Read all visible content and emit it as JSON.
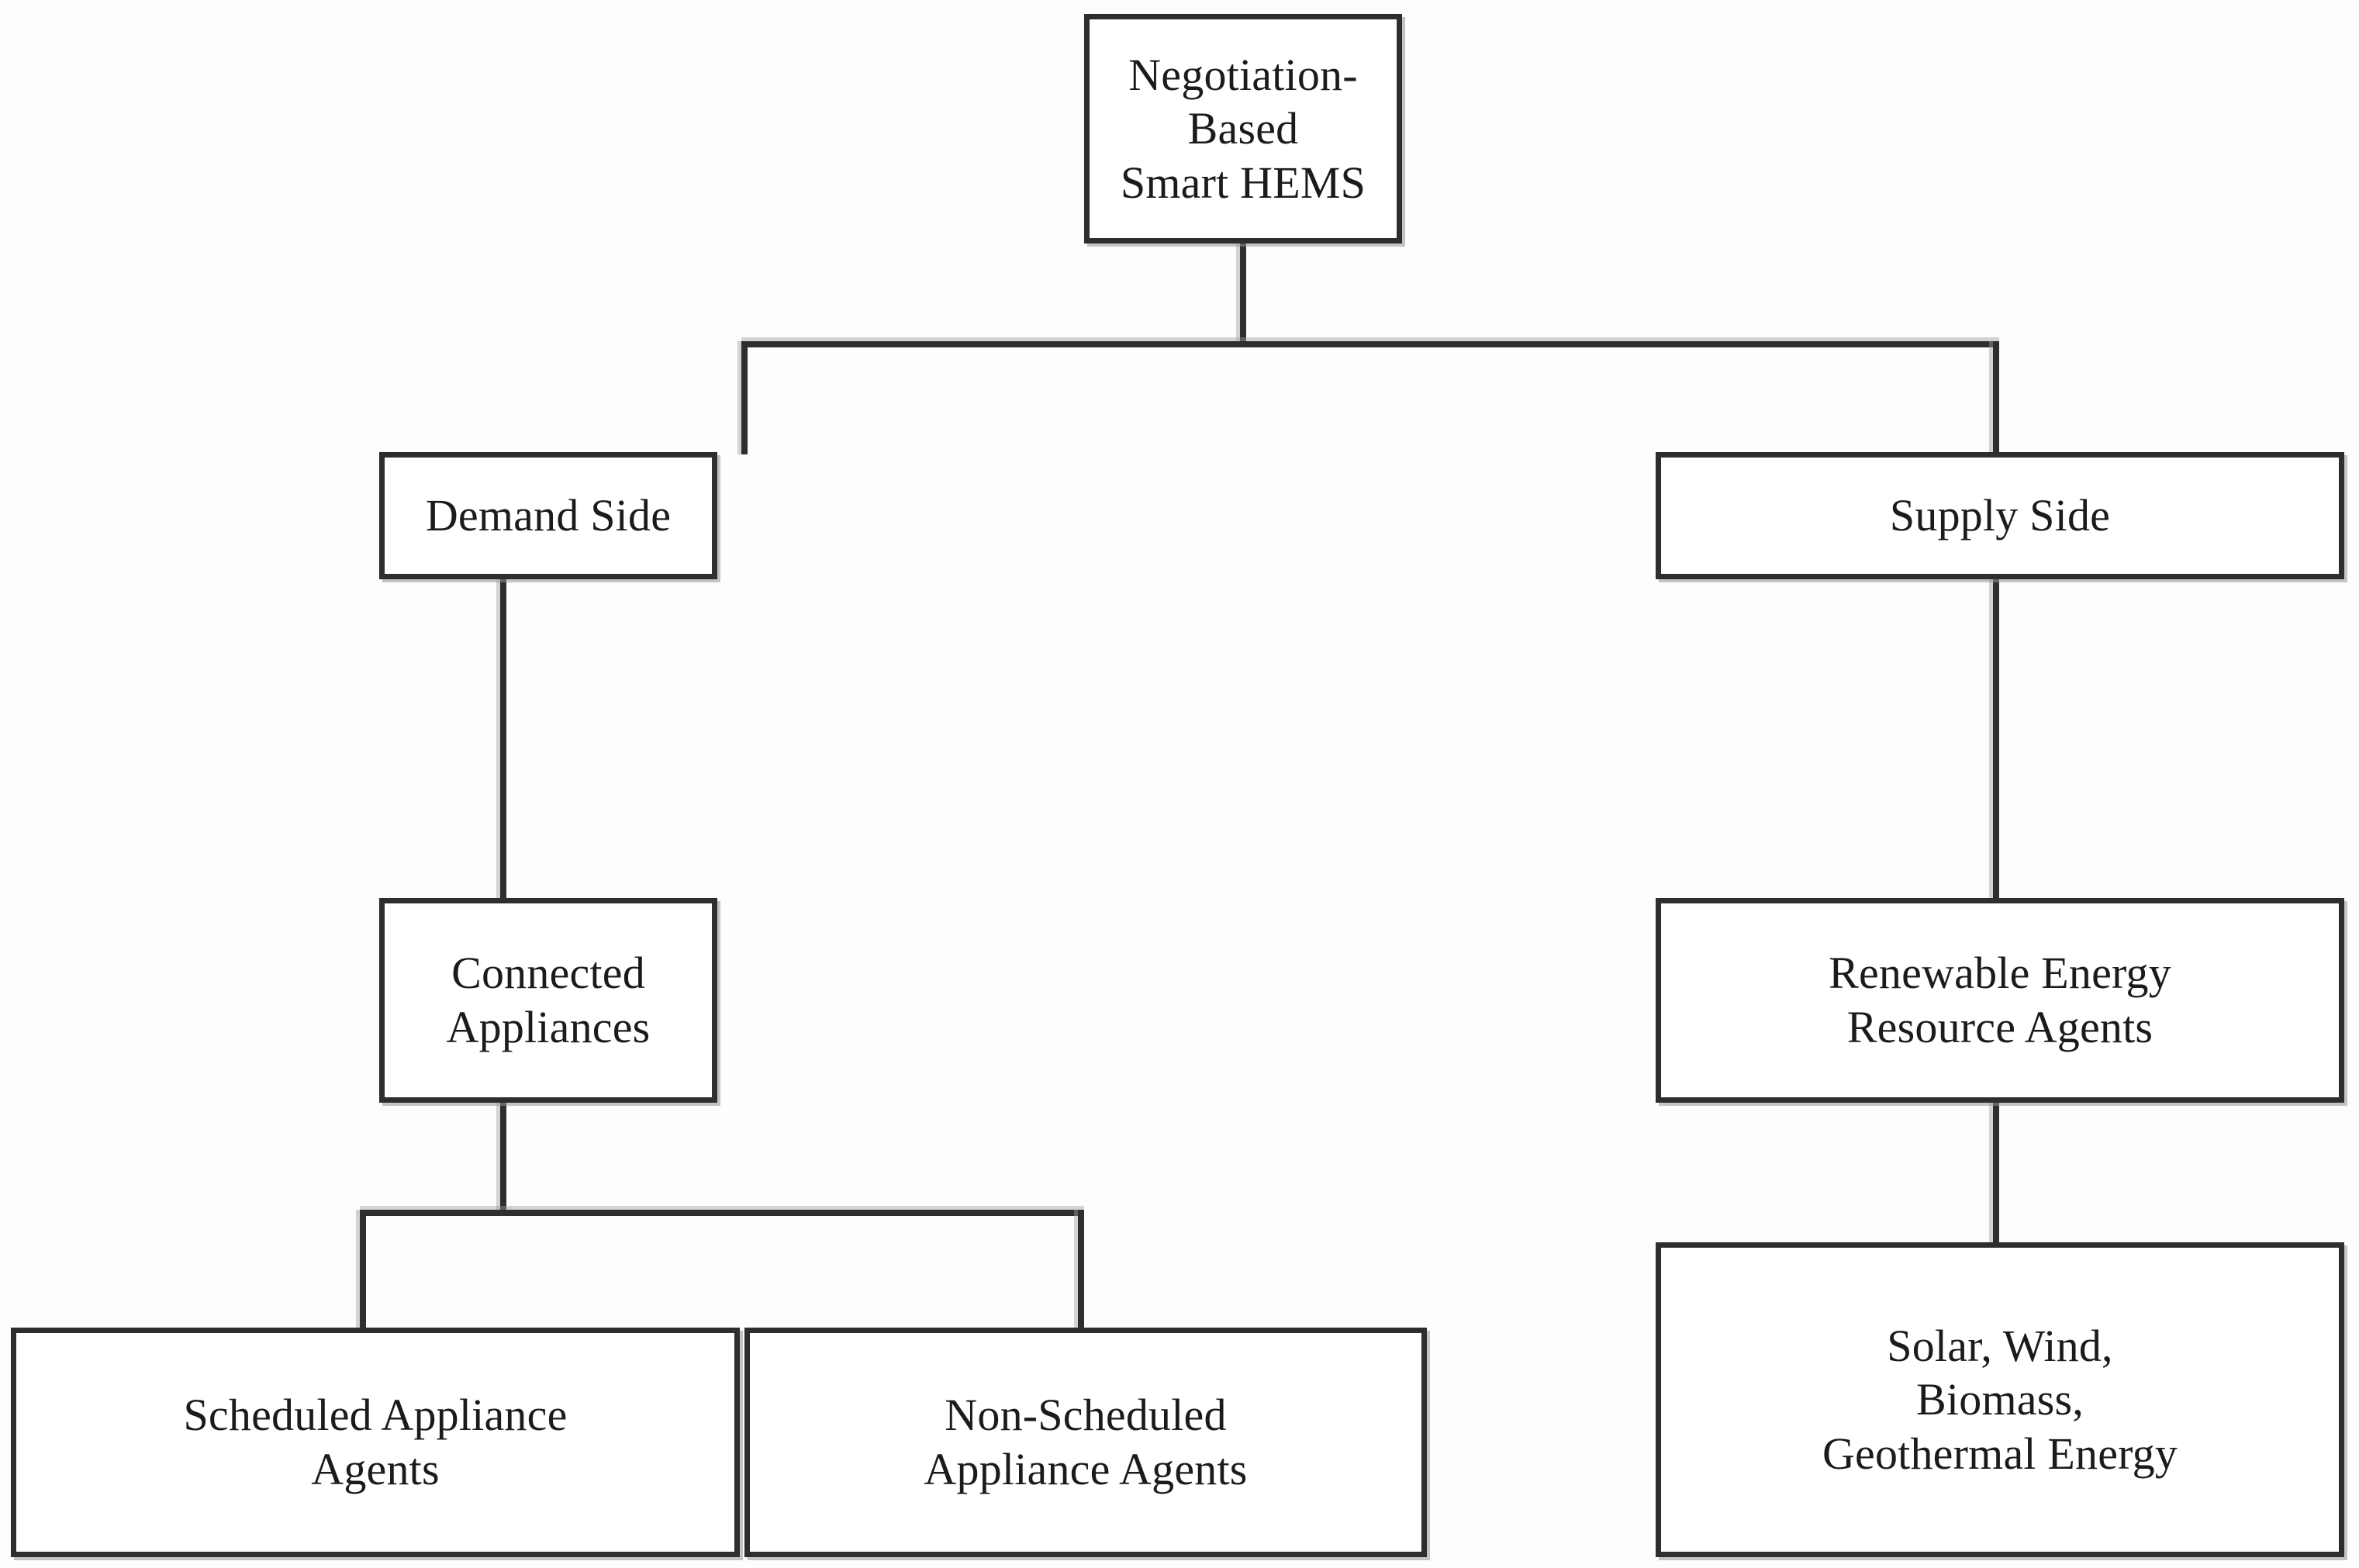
{
  "diagram": {
    "type": "hierarchy-tree",
    "title": "Negotiation-Based Smart HEMS architecture",
    "style": {
      "box_border_color": "#2f2d2e",
      "box_fill_color": "#ffffff",
      "connector_color": "#2f2d2e",
      "background_color": "#fdfdfd",
      "text_color": "#1b1b1b"
    },
    "nodes": {
      "root": {
        "id": "negotiation-based-smart-hems",
        "label": "Negotiation-Based\nSmart HEMS",
        "level": 0,
        "font_size": 58
      },
      "demand_side": {
        "id": "demand-side",
        "label": "Demand Side",
        "level": 1,
        "branch": "demand",
        "font_size": 58
      },
      "supply_side": {
        "id": "supply-side",
        "label": "Supply Side",
        "level": 1,
        "branch": "supply",
        "font_size": 58
      },
      "connected_appliances": {
        "id": "connected-appliances",
        "label": "Connected\nAppliances",
        "level": 2,
        "branch": "demand",
        "font_size": 58
      },
      "renewable_energy_resource_agents": {
        "id": "renewable-energy-resource-agents",
        "label": "Renewable Energy\nResource Agents",
        "level": 2,
        "branch": "supply",
        "font_size": 58
      },
      "scheduled_appliance_agents": {
        "id": "scheduled-appliance-agents",
        "label": "Scheduled Appliance\nAgents",
        "level": 3,
        "branch": "demand",
        "font_size": 58
      },
      "non_scheduled_appliance_agents": {
        "id": "non-scheduled-appliance-agents",
        "label": "Non-Scheduled\nAppliance Agents",
        "level": 3,
        "branch": "demand",
        "font_size": 58
      },
      "renewable_sources": {
        "id": "solar-wind-biomass-geothermal-energy",
        "label": "Solar, Wind,\nBiomass,\nGeothermal Energy",
        "level": 3,
        "branch": "supply",
        "font_size": 58
      }
    },
    "edges": [
      {
        "from": "negotiation-based-smart-hems",
        "to": "demand-side"
      },
      {
        "from": "negotiation-based-smart-hems",
        "to": "supply-side"
      },
      {
        "from": "demand-side",
        "to": "connected-appliances"
      },
      {
        "from": "supply-side",
        "to": "renewable-energy-resource-agents"
      },
      {
        "from": "connected-appliances",
        "to": "scheduled-appliance-agents"
      },
      {
        "from": "connected-appliances",
        "to": "non-scheduled-appliance-agents"
      },
      {
        "from": "renewable-energy-resource-agents",
        "to": "solar-wind-biomass-geothermal-energy"
      }
    ]
  }
}
